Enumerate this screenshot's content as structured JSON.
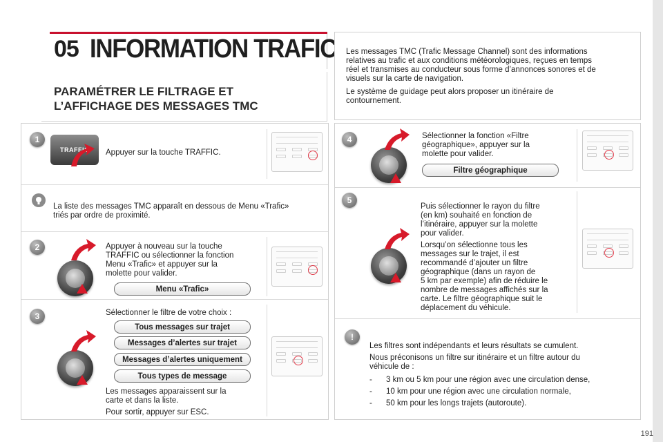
{
  "header": {
    "chapter_number": "05",
    "chapter_title": "INFORMATION TRAFIC",
    "subtitle_line1": "PARAMÉTRER LE FILTRAGE ET",
    "subtitle_line2": "L’AFFICHAGE DES MESSAGES TMC"
  },
  "intro": {
    "p1_l1": "Les messages TMC (Trafic Message Channel) sont des informations",
    "p1_l2": "relatives au trafic et aux conditions météorologiques, reçues en temps",
    "p1_l3": "réel et transmises au conducteur sous forme d’annonces sonores et de",
    "p1_l4": "visuels sur la carte de navigation.",
    "p2_l1": "Le système de guidage peut alors proposer un itinéraire de",
    "p2_l2": "contournement."
  },
  "step1": {
    "badge": "1",
    "key_label": "TRAFFIC",
    "text": "Appuyer sur la touche TRAFFIC."
  },
  "tip": {
    "l1": "La liste des messages TMC apparaît en dessous de Menu «Trafic»",
    "l2": "triés par ordre de proximité."
  },
  "step2": {
    "badge": "2",
    "l1": "Appuyer à nouveau sur la touche",
    "l2": "TRAFFIC ou sélectionner la fonction",
    "l3": "Menu «Trafic» et appuyer sur la",
    "l4": "molette pour valider.",
    "pill": "Menu «Trafic»"
  },
  "step3": {
    "badge": "3",
    "text": "Sélectionner le filtre de votre choix :",
    "options": [
      "Tous messages sur trajet",
      "Messages d’alertes sur trajet",
      "Messages d’alertes uniquement",
      "Tous types de message"
    ],
    "after_l1": "Les messages apparaissent sur la",
    "after_l2": "carte et dans la liste.",
    "after_l3": "Pour sortir, appuyer sur ESC."
  },
  "step4": {
    "badge": "4",
    "l1": "Sélectionner la fonction «Filtre",
    "l2": "géographique», appuyer sur la",
    "l3": "molette pour valider.",
    "pill": "Filtre géographique"
  },
  "step5": {
    "badge": "5",
    "l1": "Puis sélectionner le rayon du filtre",
    "l2": "(en km) souhaité en fonction de",
    "l3": "l’itinéraire, appuyer sur la molette",
    "l4": "pour valider.",
    "l5": "Lorsqu’on sélectionne tous les",
    "l6": "messages sur le trajet, il est",
    "l7": "recommandé d’ajouter un filtre",
    "l8": "géographique (dans un rayon de",
    "l9": "5 km par exemple) afin de réduire le",
    "l10": "nombre de messages affichés sur la",
    "l11": "carte. Le filtre géographique suit le",
    "l12": "déplacement du véhicule."
  },
  "note": {
    "badge": "!",
    "l1": "Les filtres sont indépendants et leurs résultats se cumulent.",
    "l2": "Nous préconisons un filtre sur itinéraire et un filtre autour du",
    "l3": "véhicule de :",
    "items": [
      "3 km ou 5 km pour une région avec une circulation dense,",
      "10 km pour une région avec une circulation normale,",
      "50 km pour les longs trajets (autoroute)."
    ],
    "dash": "-"
  },
  "page_number": "191",
  "colors": {
    "accent_red": "#c8102e",
    "badge_grey": "#7a7a7a"
  }
}
